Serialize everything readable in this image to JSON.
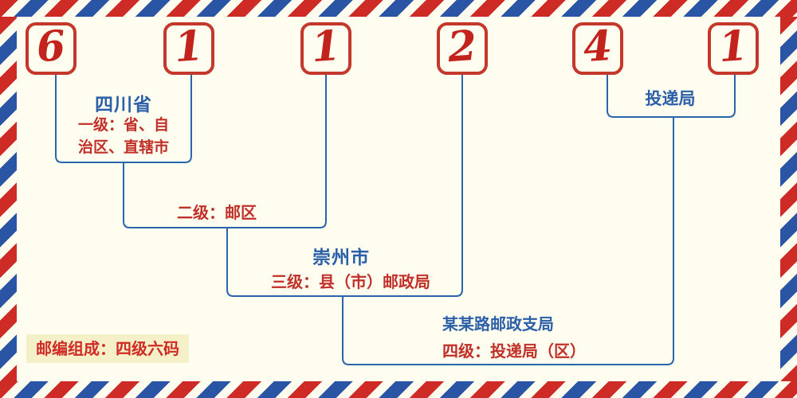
{
  "postal_code": {
    "digits": [
      "6",
      "1",
      "1",
      "2",
      "4",
      "1"
    ]
  },
  "levels": {
    "level1": {
      "place": "四川省",
      "desc": "一级：省、自治区、直辖市"
    },
    "level2": {
      "desc": "二级：邮区"
    },
    "level3": {
      "place": "崇州市",
      "desc": "三级：县（市）邮政局"
    },
    "level4": {
      "place": "投递局",
      "branch": "某某路邮政支局",
      "desc": "四级：投递局（区）"
    }
  },
  "footer": {
    "note": "邮编组成：四级六码"
  },
  "colors": {
    "background": "#fffdf0",
    "digit_red": "#c2241d",
    "box_border_red": "#c4372b",
    "label_blue": "#2b5fa7",
    "label_red": "#c03028",
    "line_blue": "#2a64ad",
    "note_bg": "#f6f0c8",
    "stripe_red": "#ce2b26",
    "stripe_blue": "#2a55a5"
  }
}
